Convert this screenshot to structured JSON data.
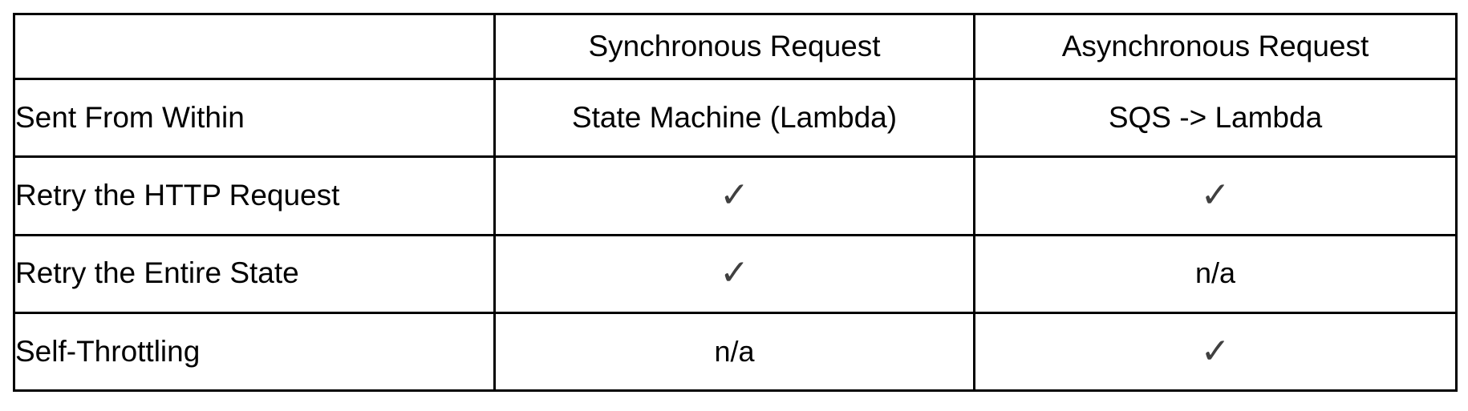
{
  "table": {
    "columns": [
      {
        "key": "label",
        "header": ""
      },
      {
        "key": "sync",
        "header": "Synchronous Request"
      },
      {
        "key": "async",
        "header": "Asynchronous Request"
      }
    ],
    "rows": [
      {
        "label": "Sent From Within",
        "sync": {
          "kind": "text",
          "text": "State Machine (Lambda)"
        },
        "async": {
          "kind": "text",
          "text": "SQS -> Lambda"
        }
      },
      {
        "label": "Retry the HTTP Request",
        "sync": {
          "kind": "check",
          "text": "✓"
        },
        "async": {
          "kind": "check",
          "text": "✓"
        }
      },
      {
        "label": "Retry the Entire State",
        "sync": {
          "kind": "check",
          "text": "✓"
        },
        "async": {
          "kind": "na",
          "text": "n/a"
        }
      },
      {
        "label": "Self-Throttling",
        "sync": {
          "kind": "na",
          "text": "n/a"
        },
        "async": {
          "kind": "check",
          "text": "✓"
        }
      }
    ]
  },
  "colors": {
    "border": "#000000",
    "text": "#000000",
    "check": "#404040",
    "background": "#ffffff"
  }
}
